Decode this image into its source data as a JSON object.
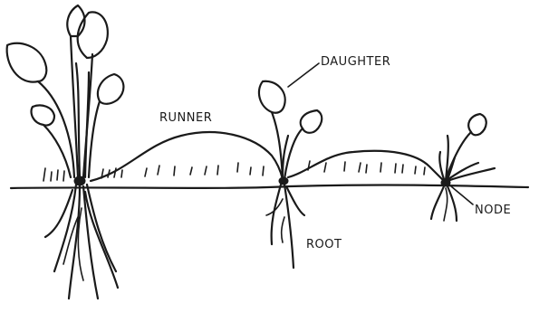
{
  "labels": {
    "runner": "RUNNER",
    "daughter": "DAUGHTER",
    "node": "NODE",
    "root": "ROOT"
  },
  "colors": {
    "ink": "#1a1a1a",
    "background": "#ffffff"
  }
}
